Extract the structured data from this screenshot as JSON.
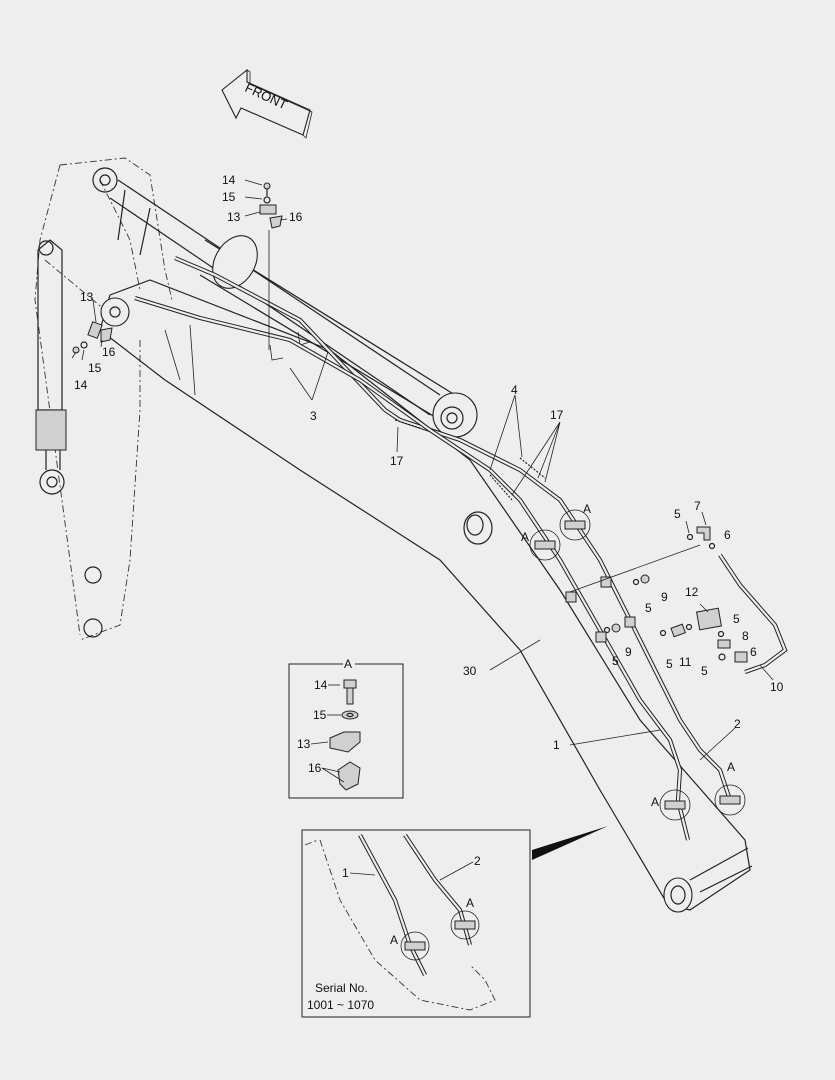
{
  "front_arrow": {
    "label": "FRONT"
  },
  "callouts": {
    "c14a": "14",
    "c15a": "15",
    "c13a": "13",
    "c16a": "16",
    "c13b": "13",
    "c16b": "16",
    "c15b": "15",
    "c14b": "14",
    "c3": "3",
    "c4": "4",
    "c17a": "17",
    "c17b": "17",
    "cA1": "A",
    "cA2": "A",
    "c5a": "5",
    "c7": "7",
    "c6a": "6",
    "c9a": "9",
    "c5b": "5",
    "c12": "12",
    "c5c": "5",
    "c8": "8",
    "c6b": "6",
    "c9b": "9",
    "c5d": "5",
    "c11": "11",
    "c5e": "5",
    "c10": "10",
    "c30": "30",
    "c1": "1",
    "c2": "2",
    "cA3": "A",
    "cA4": "A"
  },
  "detail_a": {
    "title": "A",
    "labels": {
      "bolt": "14",
      "washer": "15",
      "clamp": "13",
      "cushion": "16"
    }
  },
  "serial_inset": {
    "label1": "1",
    "label2": "2",
    "labelA1": "A",
    "labelA2": "A",
    "serial_title": "Serial No.",
    "serial_range": "1001 ~ 1070"
  }
}
